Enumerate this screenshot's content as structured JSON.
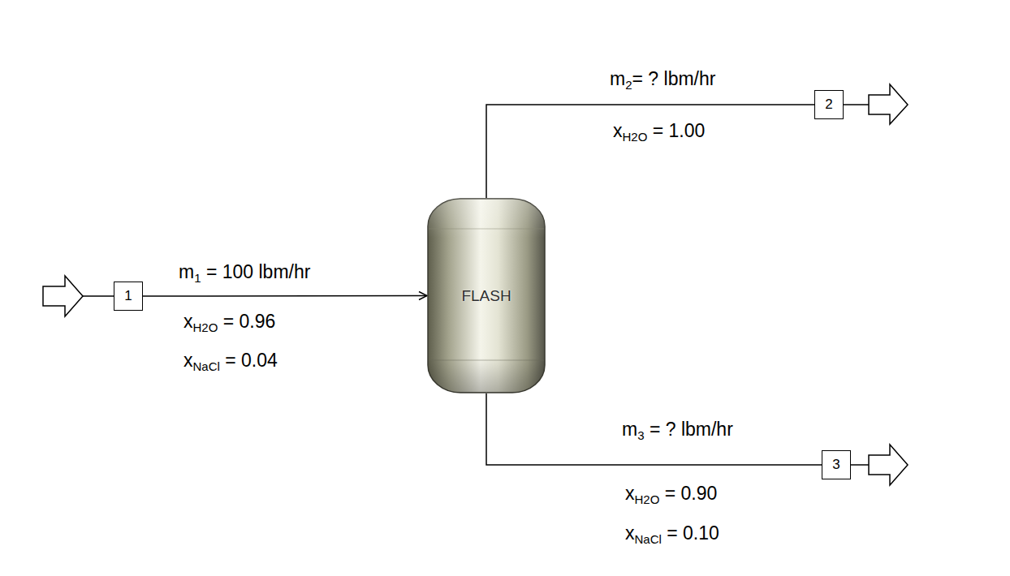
{
  "diagram": {
    "nodes": [
      {
        "text": [
          "FLASH"
        ]
      },
      {
        "text": [
          "1"
        ]
      },
      {
        "text": [
          "2"
        ]
      },
      {
        "text": [
          "3"
        ]
      }
    ],
    "edges": [
      {
        "from": 1,
        "to": 0,
        "arrow": "to"
      },
      {
        "from": 0,
        "to": 2,
        "arrow": "none"
      },
      {
        "from": 0,
        "to": 3,
        "arrow": "none"
      }
    ],
    "labels": [
      "m1 = 100 lbm/hr",
      "xH2O = 0.96",
      "xNaCl = 0.04",
      "m2= ? lbm/hr",
      "xH2O = 1.00",
      "m3 = ? lbm/hr",
      "xH2O = 0.90",
      "xNaCl = 0.10"
    ]
  }
}
